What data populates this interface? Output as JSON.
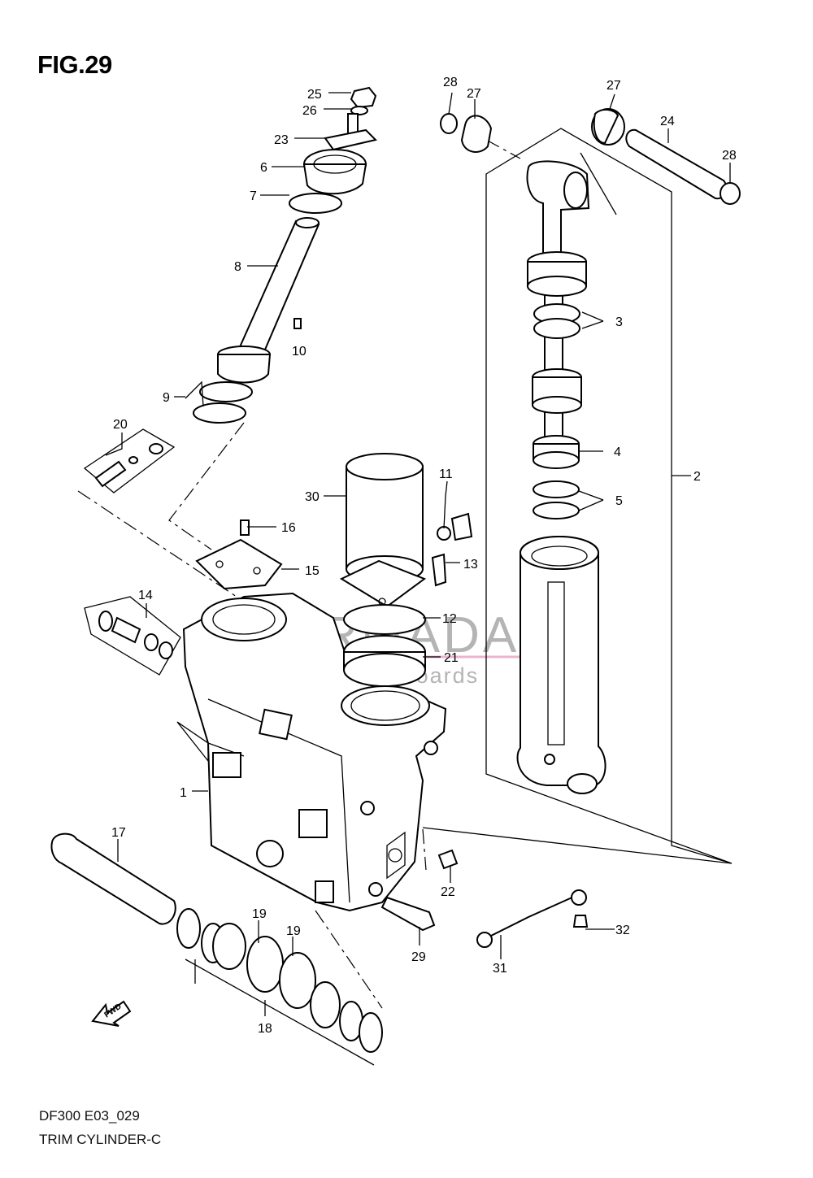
{
  "figure": {
    "title": "FIG.29",
    "model_code": "DF300 E03_029",
    "name": "TRIM CYLINDER-C"
  },
  "watermark": {
    "brand": "ARMADA",
    "tagline": "marine outboards",
    "accent_color": "#e9a6c7"
  },
  "fwd_label": "FWD",
  "callouts": {
    "c1": "1",
    "c2": "2",
    "c3": "3",
    "c4": "4",
    "c5": "5",
    "c6": "6",
    "c7": "7",
    "c8": "8",
    "c9": "9",
    "c10": "10",
    "c11": "11",
    "c12": "12",
    "c13": "13",
    "c14": "14",
    "c15": "15",
    "c16": "16",
    "c17": "17",
    "c18": "18",
    "c19a": "19",
    "c19b": "19",
    "c20": "20",
    "c21": "21",
    "c22": "22",
    "c23": "23",
    "c24": "24",
    "c25": "25",
    "c26": "26",
    "c27a": "27",
    "c27b": "27",
    "c28a": "28",
    "c28b": "28",
    "c29": "29",
    "c30": "30",
    "c31": "31",
    "c32": "32"
  }
}
